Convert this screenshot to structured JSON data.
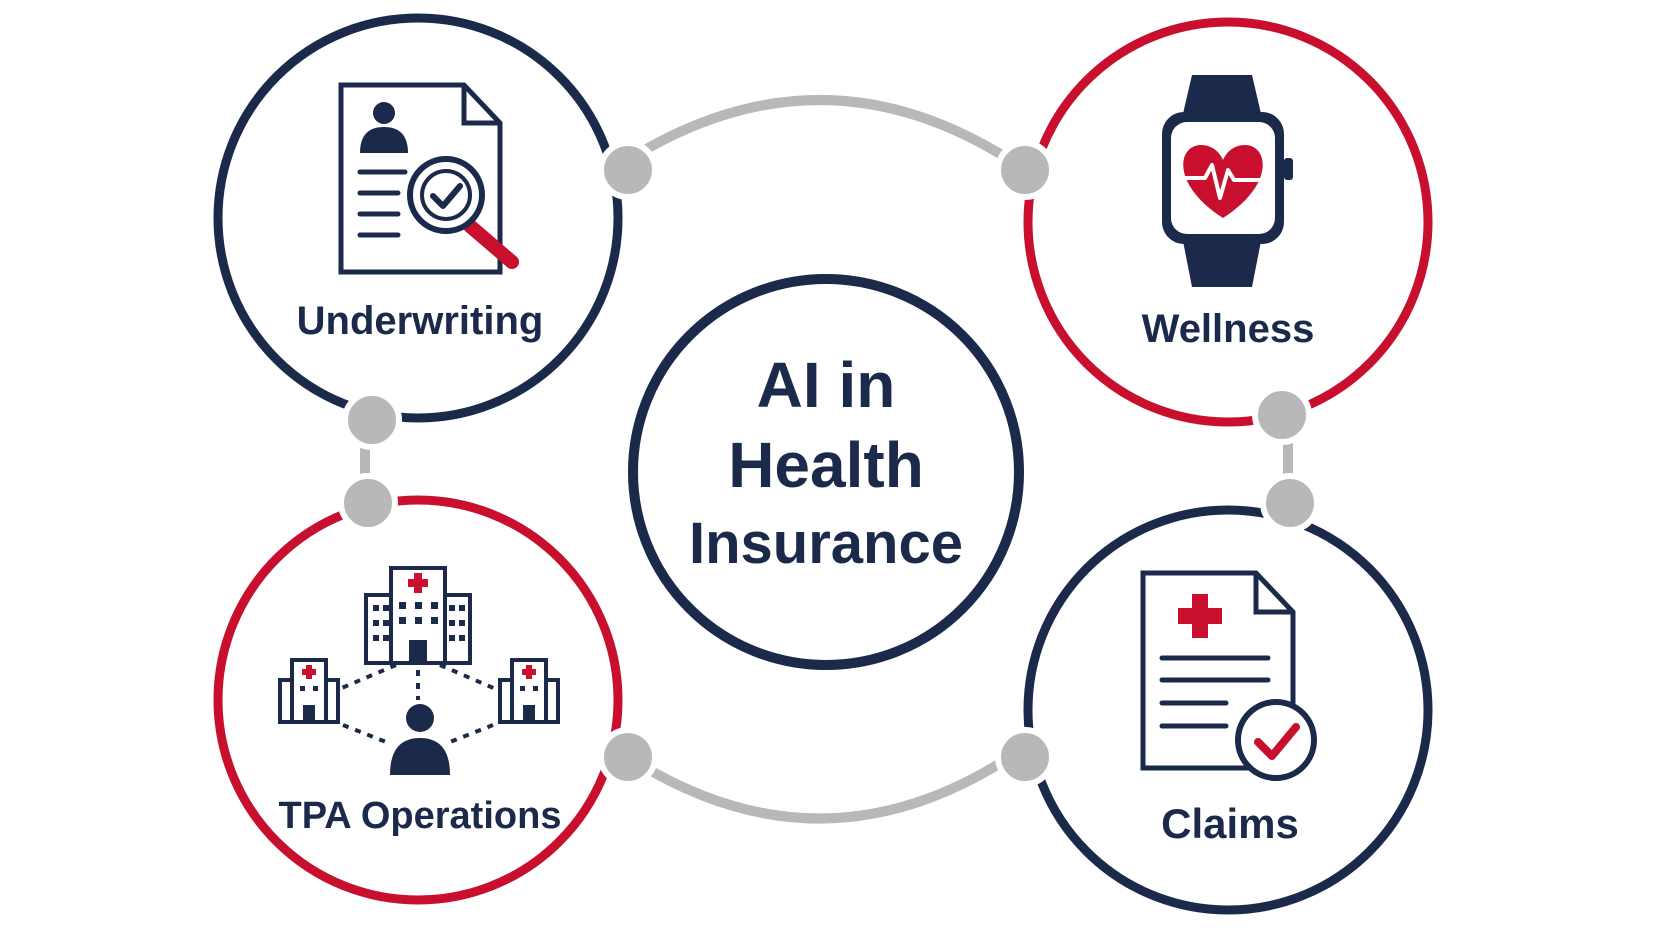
{
  "center": {
    "line1": "AI in",
    "line2": "Health",
    "line3": "Insurance"
  },
  "nodes": {
    "underwriting": {
      "label": "Underwriting"
    },
    "wellness": {
      "label": "Wellness"
    },
    "tpa": {
      "label": "TPA Operations"
    },
    "claims": {
      "label": "Claims"
    }
  },
  "colors": {
    "navy": "#1b2a4a",
    "red": "#c8102e",
    "connector": "#b8b8b8"
  },
  "icons": {
    "underwriting": "document-magnifier-check-icon",
    "wellness": "smartwatch-heart-icon",
    "tpa": "hospital-network-icon",
    "claims": "medical-claim-document-icon"
  }
}
